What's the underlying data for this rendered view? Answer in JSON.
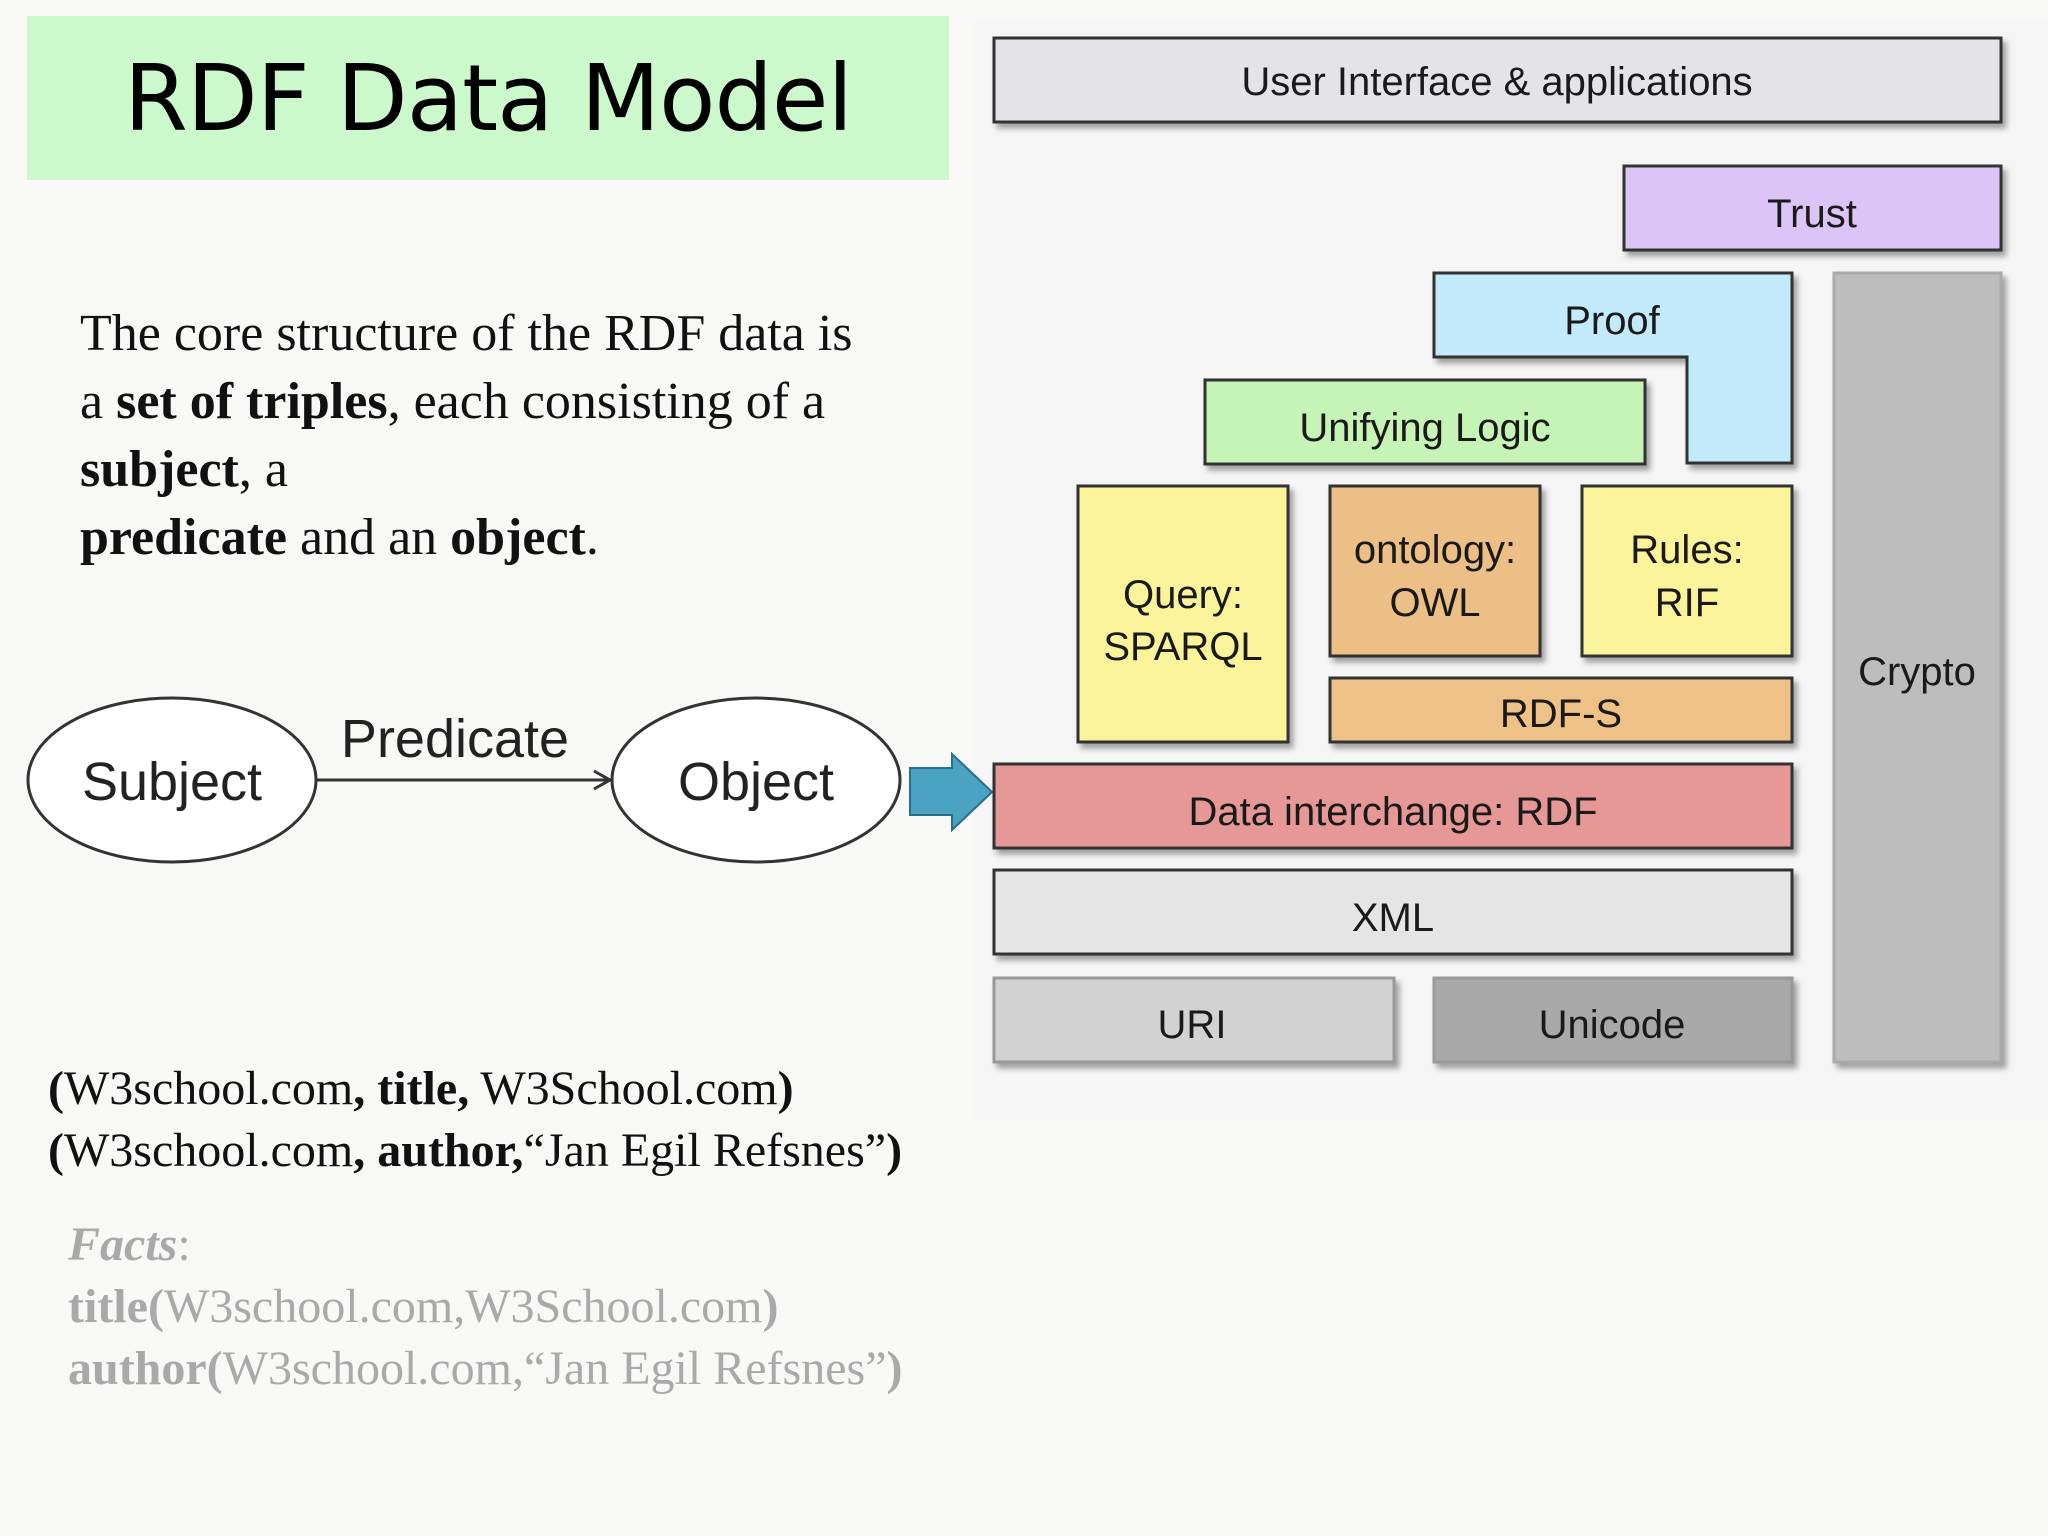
{
  "title": "RDF Data Model",
  "intro": {
    "p1": "The core structure of the RDF data is a ",
    "b1": "set of triples",
    "p2": ", each consisting of a ",
    "b2": "subject",
    "p3": ", a ",
    "b3": "predicate",
    "p4": " and an ",
    "b4": "object",
    "p5": "."
  },
  "triple_graph": {
    "subject": "Subject",
    "predicate": "Predicate",
    "object": "Object"
  },
  "triples": [
    {
      "open": "(",
      "s": "W3school.com",
      "sep1": ", ",
      "p": "title,",
      "o": " W3School.com",
      "close": ")"
    },
    {
      "open": "(",
      "s": "W3school.com",
      "sep1": ", ",
      "p": "author,",
      "o": "“Jan Egil Refsnes”",
      "close": ")"
    }
  ],
  "facts": {
    "label": "Facts",
    "colon": ":",
    "lines": [
      {
        "pred": "title(",
        "args": "W3school.com,W3School.com",
        "close": ")"
      },
      {
        "pred": "author(",
        "args": "W3school.com,“Jan Egil Refsnes”",
        "close": ")"
      }
    ]
  },
  "stack": {
    "ui": "User Interface & applications",
    "trust": "Trust",
    "proof": "Proof",
    "logic": "Unifying Logic",
    "query_1": "Query:",
    "query_2": "SPARQL",
    "onto_1": "ontology:",
    "onto_2": "OWL",
    "rules_1": "Rules:",
    "rules_2": "RIF",
    "rdfs": "RDF-S",
    "rdf": "Data interchange: RDF",
    "xml": "XML",
    "uri": "URI",
    "unicode": "Unicode",
    "crypto": "Crypto"
  },
  "colors": {
    "title_bg": "#ccf9cc",
    "ui": "#e4e4e8",
    "trust": "#dcc4f6",
    "proof": "#c2eafa",
    "logic": "#c6f3b6",
    "query": "#faf39a",
    "onto": "#ebbf86",
    "rules": "#faf39a",
    "rdfs": "#eec287",
    "rdf": "#e59896",
    "xml": "#e5e5e5",
    "uri": "#d2d2d2",
    "unicode": "#a9a9a9",
    "crypto": "#bdbdbd",
    "arrow": "#4ba3c3"
  }
}
